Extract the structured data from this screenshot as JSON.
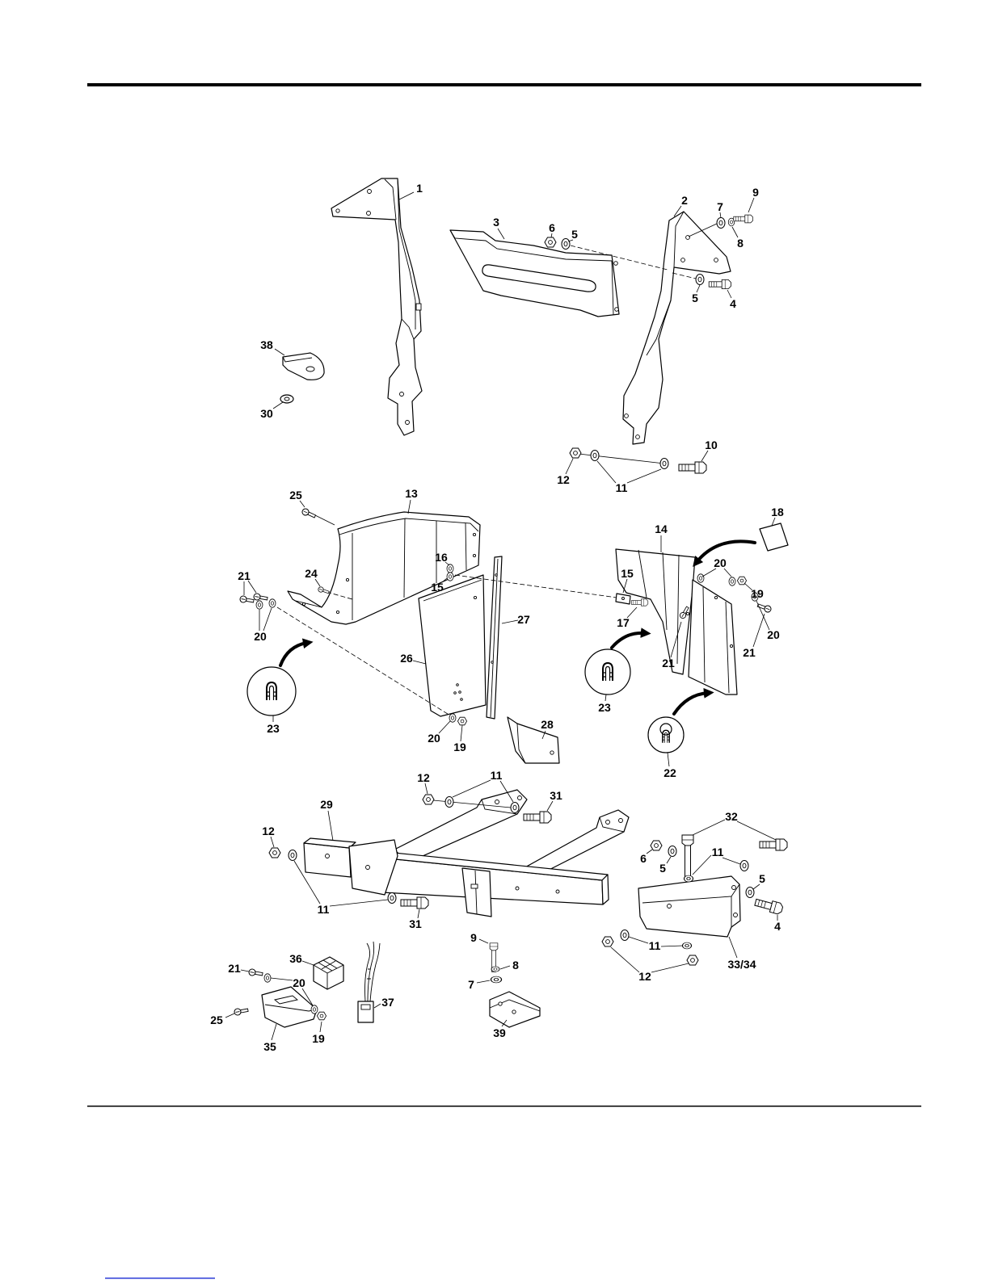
{
  "callouts": {
    "top": [
      "1",
      "3",
      "6",
      "5",
      "2",
      "7",
      "9",
      "8",
      "5",
      "4",
      "38",
      "30",
      "10",
      "12",
      "11"
    ],
    "middle": [
      "25",
      "13",
      "18",
      "14",
      "16",
      "15",
      "24",
      "21",
      "20",
      "20",
      "15",
      "19",
      "17",
      "20",
      "27",
      "26",
      "21",
      "21",
      "23",
      "23",
      "20",
      "19",
      "28",
      "22"
    ],
    "bottom": [
      "12",
      "11",
      "31",
      "29",
      "12",
      "32",
      "6",
      "11",
      "5",
      "5",
      "11",
      "31",
      "4",
      "9",
      "8",
      "7",
      "36",
      "21",
      "20",
      "11",
      "33/34",
      "12",
      "37",
      "25",
      "35",
      "19",
      "39"
    ]
  },
  "colors": {
    "ink": "#000000",
    "rule": "#000000",
    "link_underline": "#2b3bd6"
  }
}
